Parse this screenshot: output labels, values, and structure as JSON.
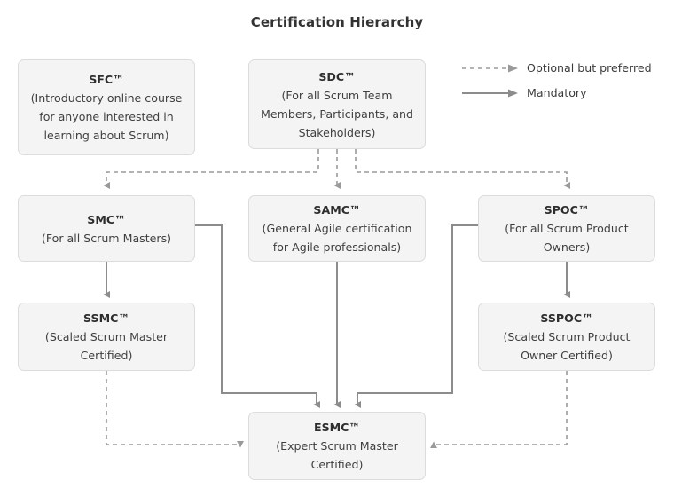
{
  "title": "Certification Hierarchy",
  "colors": {
    "node_fill": "#f4f4f4",
    "node_border": "#dcdcdc",
    "edge_solid": "#8c8c8c",
    "edge_dashed": "#9a9a9a",
    "text": "#3b3b3b",
    "title_text": "#333333",
    "background": "#ffffff"
  },
  "legend": {
    "items": [
      {
        "label": "Optional but preferred",
        "style": "dashed"
      },
      {
        "label": "Mandatory",
        "style": "solid"
      }
    ]
  },
  "nodes": [
    {
      "id": "sfc",
      "code": "SFC™",
      "desc_lines": [
        "(Introductory online course",
        "for anyone interested in",
        "learning about Scrum)"
      ]
    },
    {
      "id": "sdc",
      "code": "SDC™",
      "desc_lines": [
        "(For all Scrum Team",
        "Members, Participants, and",
        "Stakeholders)"
      ]
    },
    {
      "id": "smc",
      "code": "SMC™",
      "desc_lines": [
        "(For all Scrum Masters)"
      ]
    },
    {
      "id": "samc",
      "code": "SAMC™",
      "desc_lines": [
        "(General Agile certification",
        "for Agile professionals)"
      ]
    },
    {
      "id": "spoc",
      "code": "SPOC™",
      "desc_lines": [
        "(For all Scrum Product",
        "Owners)"
      ]
    },
    {
      "id": "ssmc",
      "code": "SSMC™",
      "desc_lines": [
        "(Scaled Scrum Master",
        "Certified)"
      ]
    },
    {
      "id": "sspoc",
      "code": "SSPOC™",
      "desc_lines": [
        "(Scaled Scrum Product",
        "Owner Certified)"
      ]
    },
    {
      "id": "esmc",
      "code": "ESMC™",
      "desc_lines": [
        "(Expert Scrum Master",
        "Certified)"
      ]
    }
  ],
  "edges": [
    {
      "from": "sdc",
      "to": "smc",
      "style": "dashed"
    },
    {
      "from": "sdc",
      "to": "samc",
      "style": "dashed"
    },
    {
      "from": "sdc",
      "to": "spoc",
      "style": "dashed"
    },
    {
      "from": "smc",
      "to": "ssmc",
      "style": "solid"
    },
    {
      "from": "spoc",
      "to": "sspoc",
      "style": "solid"
    },
    {
      "from": "smc",
      "to": "esmc",
      "style": "solid"
    },
    {
      "from": "samc",
      "to": "esmc",
      "style": "solid"
    },
    {
      "from": "spoc",
      "to": "esmc",
      "style": "solid"
    },
    {
      "from": "ssmc",
      "to": "esmc",
      "style": "dashed"
    },
    {
      "from": "sspoc",
      "to": "esmc",
      "style": "dashed"
    }
  ]
}
